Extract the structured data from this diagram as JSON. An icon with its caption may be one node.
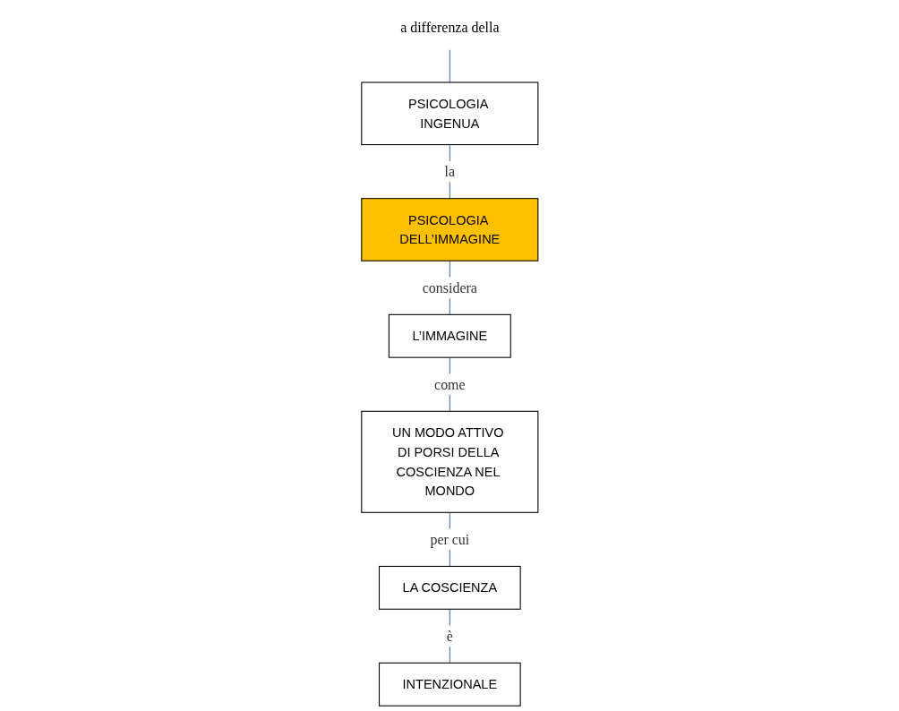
{
  "diagram": {
    "nodes": [
      {
        "text": [
          "a differenza della"
        ]
      },
      {
        "text": [
          "PSICOLOGIA INGENUA"
        ]
      },
      {
        "text": [
          "PSICOLOGIA DELL’IMMAGINE"
        ]
      },
      {
        "text": [
          "L’IMMAGINE"
        ]
      },
      {
        "text": [
          "UN MODO ATTIVO DI PORSI DELLA COSCIENZA NEL MONDO"
        ]
      },
      {
        "text": [
          "LA COSCIENZA"
        ]
      },
      {
        "text": [
          "INTENZIONALE"
        ]
      }
    ],
    "edges": [
      {
        "from": 0,
        "to": 1,
        "arrow": "none"
      },
      {
        "from": 1,
        "to": 2,
        "label": "la",
        "arrow": "none"
      },
      {
        "from": 2,
        "to": 3,
        "label": "considera",
        "arrow": "none"
      },
      {
        "from": 3,
        "to": 4,
        "label": "come",
        "arrow": "none"
      },
      {
        "from": 4,
        "to": 5,
        "label": "per cui",
        "arrow": "none"
      },
      {
        "from": 5,
        "to": 6,
        "label": "è",
        "arrow": "none"
      }
    ]
  }
}
